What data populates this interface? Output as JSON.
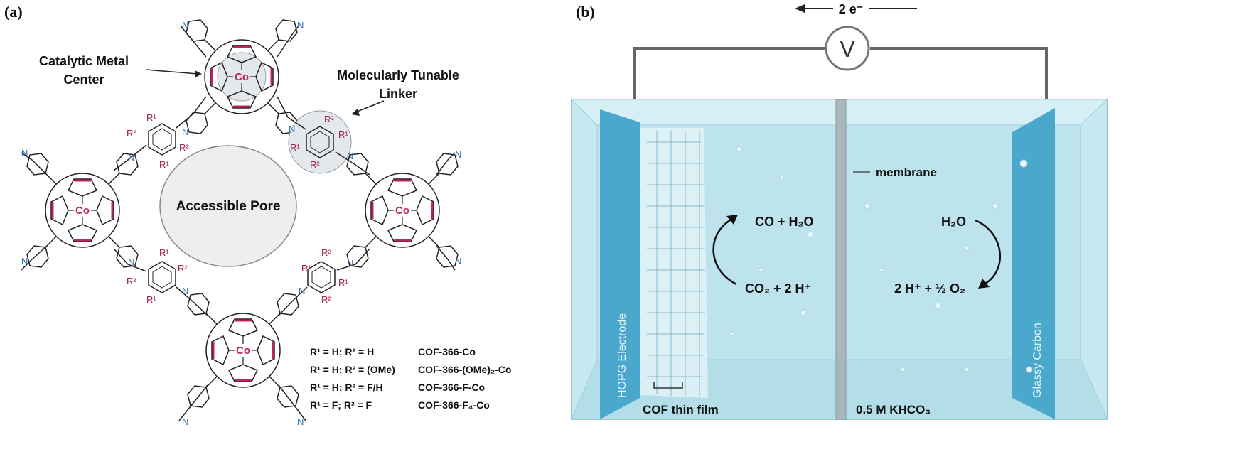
{
  "panels": {
    "a": "(a)",
    "b": "(b)"
  },
  "left": {
    "label_catalytic_line1": "Catalytic Metal",
    "label_catalytic_line2": "Center",
    "label_linker_line1": "Molecularly Tunable",
    "label_linker_line2": "Linker",
    "label_pore": "Accessible Pore",
    "metal": "Co",
    "nitrogen": "N",
    "r1": "R¹",
    "r2": "R²",
    "legend": [
      {
        "subst": "R¹ = H; R² = H",
        "name": "COF-366-Co"
      },
      {
        "subst": "R¹ = H; R² = (OMe)",
        "name": "COF-366-(OMe)₂-Co"
      },
      {
        "subst": "R¹ = H; R² = F/H",
        "name": "COF-366-F-Co"
      },
      {
        "subst": "R¹ = F; R² = F",
        "name": "COF-366-F₄-Co"
      }
    ]
  },
  "right": {
    "electron_label": "2 e⁻",
    "voltmeter": "V",
    "membrane": "membrane",
    "electrode_left": "HOPG Electrode",
    "electrode_right": "Glassy Carbon",
    "cathode_top": "CO + H₂O",
    "cathode_bottom": "CO₂ + 2 H⁺",
    "anode_top": "H₂O",
    "anode_bottom": "2 H⁺ + ½ O₂",
    "film_label": "COF thin film",
    "electrolyte": "0.5 M KHCO₃"
  },
  "colors": {
    "water": "#bfe6ef",
    "electrode": "#4aa8cc",
    "cobalt": "#c0245c",
    "nitrogen": "#2a6fb5"
  }
}
